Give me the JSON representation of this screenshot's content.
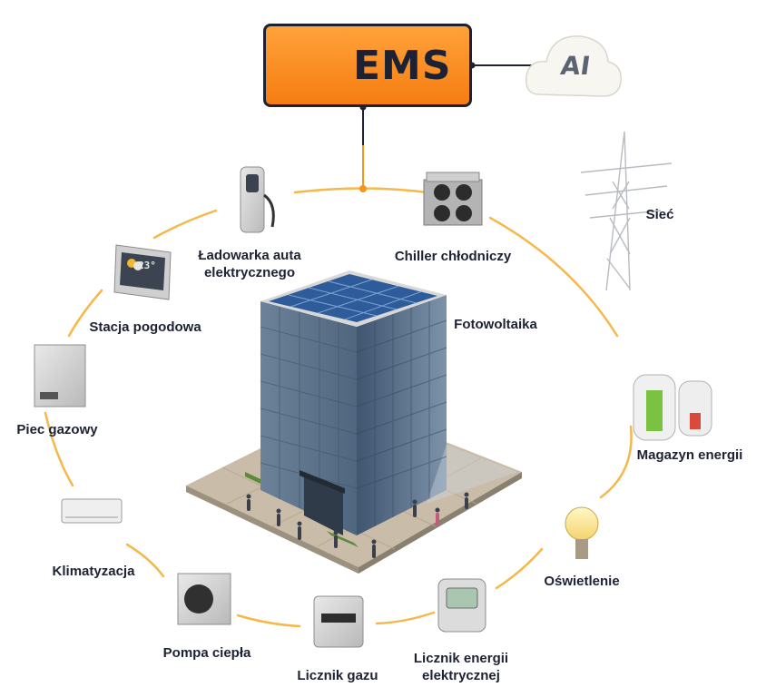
{
  "ems": {
    "title": "EMS",
    "badge": "EMS"
  },
  "ai": {
    "label": "AI"
  },
  "devices": {
    "charger": {
      "line1": "Ładowarka auta",
      "line2": "elektrycznego"
    },
    "chiller": {
      "label": "Chiller chłodniczy"
    },
    "grid": {
      "label": "Sieć"
    },
    "weather": {
      "label": "Stacja pogodowa",
      "display": "23°"
    },
    "pv": {
      "label": "Fotowoltaika"
    },
    "storage": {
      "label": "Magazyn energii"
    },
    "gas_furnace": {
      "label": "Piec gazowy"
    },
    "ac": {
      "label": "Klimatyzacja"
    },
    "lighting": {
      "label": "Oświetlenie"
    },
    "heat_pump": {
      "label": "Pompa ciepła"
    },
    "gas_meter": {
      "label": "Licznik gazu"
    },
    "power_meter": {
      "line1": "Licznik energii",
      "line2": "elektrycznej"
    }
  },
  "colors": {
    "accent_orange": "#f7951e",
    "ring_orange": "#f5b84a",
    "ink": "#1c2233",
    "building_glass": "#5d7591"
  }
}
